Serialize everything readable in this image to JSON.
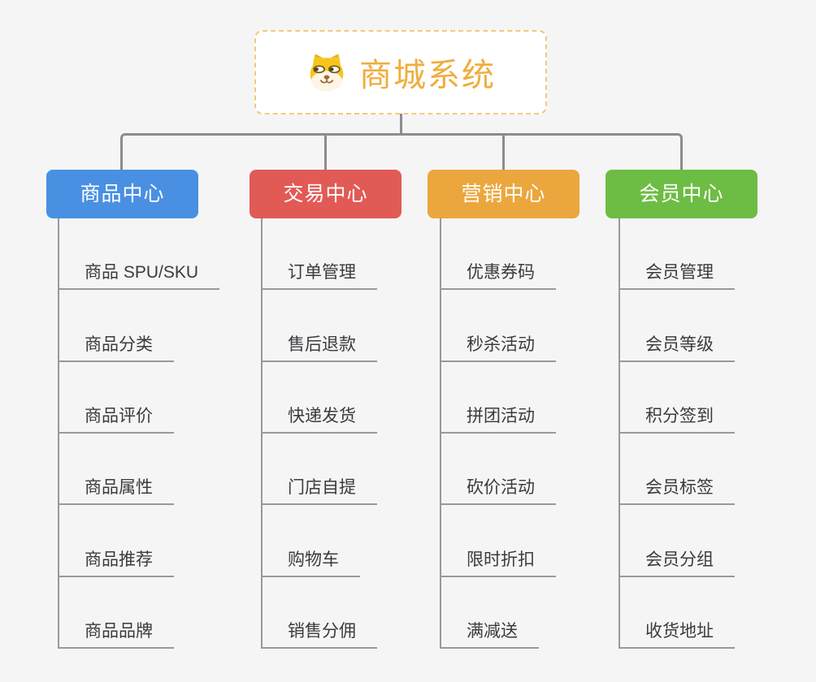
{
  "canvas": {
    "background": "#f5f5f6"
  },
  "root": {
    "title": "商城系统",
    "title_color": "#f0ad3d",
    "border_color": "#f3c87c",
    "icon": "dog-face-icon"
  },
  "connectors": {
    "branch_line_color": "#8c8c8c",
    "leaf_line_color": "#999999"
  },
  "branches": [
    {
      "label": "商品中心",
      "color": "#4a90e2",
      "items": [
        "商品 SPU/SKU",
        "商品分类",
        "商品评价",
        "商品属性",
        "商品推荐",
        "商品品牌"
      ]
    },
    {
      "label": "交易中心",
      "color": "#e25a56",
      "items": [
        "订单管理",
        "售后退款",
        "快递发货",
        "门店自提",
        "购物车",
        "销售分佣"
      ]
    },
    {
      "label": "营销中心",
      "color": "#eba73d",
      "items": [
        "优惠券码",
        "秒杀活动",
        "拼团活动",
        "砍价活动",
        "限时折扣",
        "满减送"
      ]
    },
    {
      "label": "会员中心",
      "color": "#6dbd44",
      "items": [
        "会员管理",
        "会员等级",
        "积分签到",
        "会员标签",
        "会员分组",
        "收货地址"
      ]
    }
  ]
}
